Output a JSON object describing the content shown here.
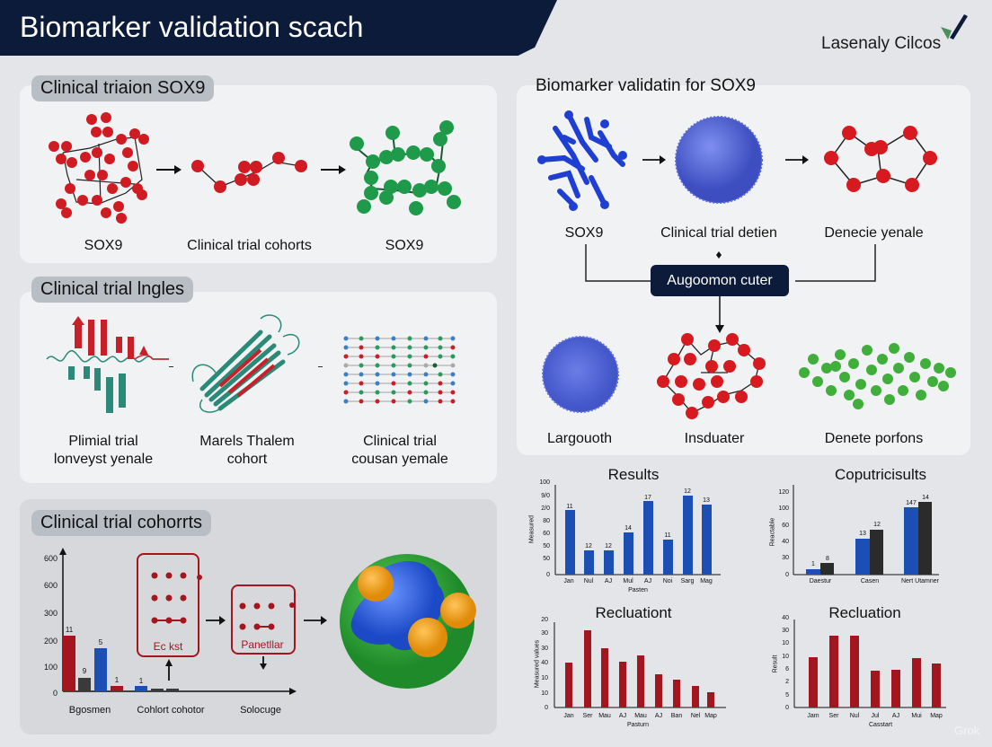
{
  "header": {
    "title": "Biomarker validation scach"
  },
  "brand": {
    "name": "Lasenaly Cilcos",
    "icon": "checkmark-logo-icon"
  },
  "panel1": {
    "title": "Clinical triaion SOX9",
    "items": [
      {
        "label": "SOX9",
        "icon": "red-molecule-icon"
      },
      {
        "label": "Clinical trial cohorts",
        "icon": "red-chain-molecule-icon"
      },
      {
        "label": "SOX9",
        "icon": "green-molecule-icon"
      }
    ]
  },
  "panel2": {
    "title": "Clinical trial lngles",
    "items": [
      {
        "label_line1": "Plimial trial",
        "label_line2": "lonveyst yenale",
        "icon": "ribbon-strands-icon"
      },
      {
        "label_line1": "Marels Thalem",
        "label_line2": "cohort",
        "icon": "protein-fold-icon"
      },
      {
        "label_line1": "Clinical trial",
        "label_line2": "cousan yemale",
        "icon": "dot-lattice-icon"
      }
    ]
  },
  "panel3": {
    "title": "Clinical trial cohorrts",
    "y_ticks": [
      "600",
      "600",
      "300",
      "200",
      "100",
      "0"
    ],
    "box1_label": "Ec kst",
    "box2_label": "Panetllar",
    "x_labels": [
      "Bgosmen",
      "Cohlort cohotor",
      "Solocuge"
    ],
    "bar_labels": [
      "11",
      "9",
      "5",
      "1",
      "1"
    ],
    "icon": "protein-complex-icon"
  },
  "panel4": {
    "title": "Biomarker validatin for SOX9",
    "top": [
      {
        "label": "SOX9",
        "icon": "blue-polymer-icon"
      },
      {
        "label": "Clinical trial detien",
        "icon": "blue-sphere-icon"
      },
      {
        "label": "Denecie yenale",
        "icon": "red-ring-molecule-icon"
      }
    ],
    "center_box": "Augoomon cuter",
    "bottom": [
      {
        "label": "Largouoth",
        "icon": "blue-sphere-icon"
      },
      {
        "label": "Insduater",
        "icon": "red-network-icon"
      },
      {
        "label": "Denete porfons",
        "icon": "green-cluster-icon"
      }
    ]
  },
  "chart_data": [
    {
      "type": "bar",
      "title": "Results",
      "xlabel": "Pasten",
      "ylabel": "Measured",
      "categories": [
        "Jan",
        "Nul",
        "AJ",
        "Mul",
        "AJ",
        "Noi",
        "Sarg",
        "Mag"
      ],
      "values": [
        80,
        35,
        35,
        60,
        92,
        50,
        98,
        89
      ],
      "data_labels": [
        "11",
        "12",
        "12",
        "14",
        "17",
        "11",
        "12",
        "13"
      ],
      "y_ticks": [
        "0",
        "50",
        "50",
        "60",
        "80",
        "2/0",
        "9/0",
        "100"
      ],
      "ylim": [
        0,
        110
      ],
      "color": "#1c4fb3"
    },
    {
      "type": "bar",
      "title": "Coputricisults",
      "xlabel": "",
      "ylabel": "Reactable",
      "categories": [
        "Daestur",
        "Casen",
        "Nert Utamner"
      ],
      "series": [
        {
          "name": "blue",
          "values": [
            5,
            40,
            105
          ],
          "labels": [
            "1",
            "13",
            "147"
          ],
          "color": "#1c4fb3"
        },
        {
          "name": "dark",
          "values": [
            12,
            50,
            112
          ],
          "labels": [
            "8",
            "12",
            "14"
          ],
          "color": "#2b2b2b"
        }
      ],
      "y_ticks": [
        "0",
        "30",
        "40",
        "60",
        "100",
        "120"
      ],
      "ylim": [
        0,
        130
      ]
    },
    {
      "type": "bar",
      "title": "Recluationt",
      "xlabel": "Pasturn",
      "ylabel": "Measured values",
      "categories": [
        "Jan",
        "Ser",
        "Mau",
        "AJ",
        "Mau",
        "AJ",
        "Ban",
        "Nel",
        "Map"
      ],
      "values": [
        40,
        60,
        48,
        40,
        45,
        33,
        28,
        24,
        18
      ],
      "y_ticks": [
        "0",
        "10",
        "10",
        "40",
        "30",
        "30",
        "20"
      ],
      "ylim": [
        0,
        70
      ],
      "color": "#a3161f"
    },
    {
      "type": "bar",
      "title": "Recluation",
      "xlabel": "Casstart",
      "ylabel": "Result",
      "categories": [
        "Jam",
        "Ser",
        "Nul",
        "Jul",
        "AJ",
        "Mui",
        "Map"
      ],
      "values": [
        20,
        33,
        33,
        12,
        12,
        19,
        17
      ],
      "y_ticks": [
        "0",
        "5",
        "2",
        "6",
        "10",
        "10",
        "30",
        "40"
      ],
      "ylim": [
        0,
        40
      ],
      "color": "#a3161f"
    }
  ],
  "watermark": "Grok"
}
